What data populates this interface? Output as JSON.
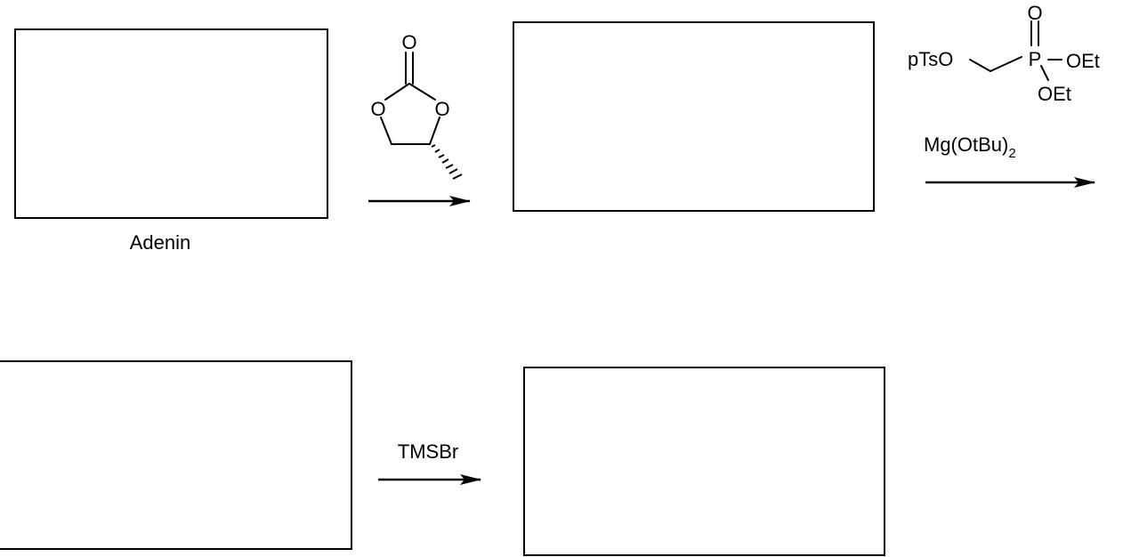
{
  "labels": {
    "start_material": "Adenin",
    "reagent_step3": "TMSBr"
  },
  "carbonate": {
    "o_carbonyl": "O",
    "o_left": "O",
    "o_right": "O"
  },
  "phosphonate": {
    "pTsO": "pTsO",
    "P": "P",
    "O_double": "O",
    "OEt_right": "OEt",
    "OEt_bottom": "OEt"
  },
  "base": {
    "main": "Mg(OtBu)",
    "subscript": "2"
  }
}
